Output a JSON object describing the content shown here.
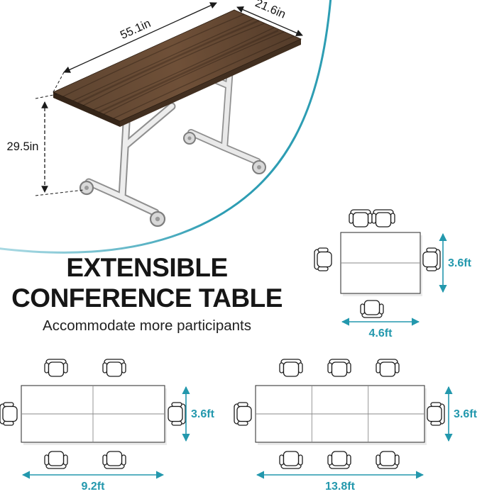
{
  "accent_color": "#2398ad",
  "illustration": {
    "depth_label": "21.6in",
    "length_label": "55.1in",
    "height_label": "29.5in"
  },
  "heading": {
    "title_line1": "EXTENSIBLE",
    "title_line2": "CONFERENCE TABLE",
    "subtitle": "Accommodate more participants"
  },
  "layouts": [
    {
      "name": "single table",
      "width_label": "4.6ft",
      "height_label": "3.6ft",
      "seats_shown": 5,
      "columns": 1,
      "rows": 2
    },
    {
      "name": "two tables combined",
      "width_label": "9.2ft",
      "height_label": "3.6ft",
      "seats_shown": 6,
      "columns": 2,
      "rows": 2
    },
    {
      "name": "three tables combined",
      "width_label": "13.8ft",
      "height_label": "3.6ft",
      "seats_shown": 8,
      "columns": 3,
      "rows": 2
    }
  ]
}
